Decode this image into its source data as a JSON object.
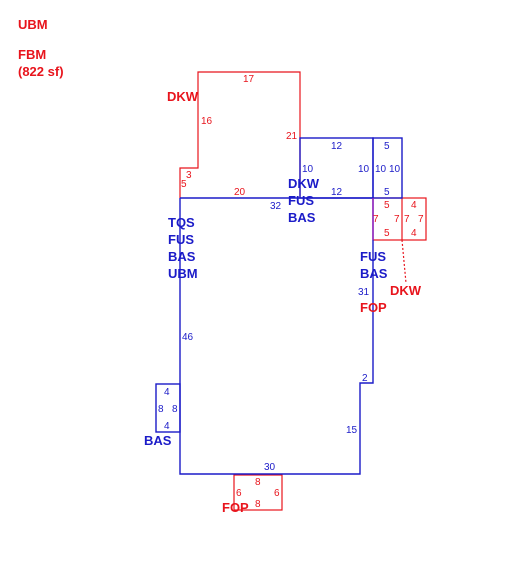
{
  "legend": {
    "code": "UBM",
    "area_line1": "FBM",
    "area_line2": "(822 sf)"
  },
  "areas": {
    "top_dkw": "DKW",
    "mid_dkw": "DKW",
    "mid_fus": "FUS",
    "mid_bas": "BAS",
    "main_tqs": "TQS",
    "main_fus": "FUS",
    "main_bas": "BAS",
    "main_ubm": "UBM",
    "right_fus": "FUS",
    "right_bas": "BAS",
    "right_dkw": "DKW",
    "right_fop": "FOP",
    "left_bas": "BAS",
    "bottom_fop": "FOP"
  },
  "dims": {
    "top17": "17",
    "top16": "16",
    "top21": "21",
    "top3": "3",
    "top5": "5",
    "top20": "20",
    "mid12a": "12",
    "mid12b": "12",
    "mid10a": "10",
    "mid10b": "10",
    "mid32": "32",
    "col5a": "5",
    "col10a": "10",
    "col10b": "10",
    "col5b": "5",
    "r5a": "5",
    "r7a": "7",
    "r7b": "7",
    "r5b": "5",
    "r4a": "4",
    "r7c": "7",
    "r7d": "7",
    "r4b": "4",
    "m31": "31",
    "m46": "46",
    "m2": "2",
    "m15": "15",
    "m30": "30",
    "l4a": "4",
    "l8a": "8",
    "l8b": "8",
    "l4b": "4",
    "b8a": "8",
    "b6a": "6",
    "b6b": "6",
    "b8b": "8"
  },
  "colors": {
    "red": "#e8141c",
    "blue": "#1b1bc8",
    "purple": "#a020c0"
  }
}
